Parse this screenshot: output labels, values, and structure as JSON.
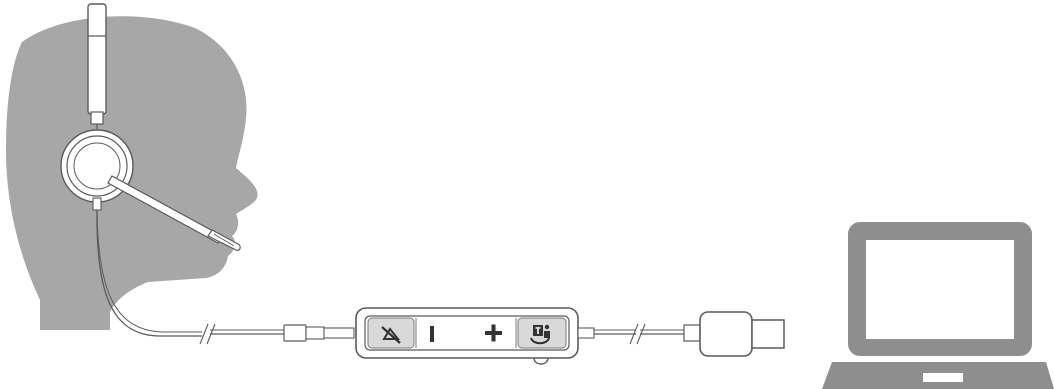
{
  "diagram": {
    "subjects": [
      "person-head-silhouette",
      "headset",
      "inline-controller",
      "usb-plug",
      "laptop"
    ],
    "controller_buttons": [
      {
        "name": "mute-button",
        "icon": "mic-muted-icon"
      },
      {
        "name": "volume-down-button",
        "icon": "minus-icon"
      },
      {
        "name": "volume-up-button",
        "icon": "plus-icon"
      },
      {
        "name": "call-teams-button",
        "icon": "teams-call-icon"
      }
    ],
    "colors": {
      "silhouette": "#a7a7a7",
      "outline": "#5b5b5b",
      "laptop": "#8e8e8e",
      "button_bg": "#d9d9d9"
    }
  }
}
